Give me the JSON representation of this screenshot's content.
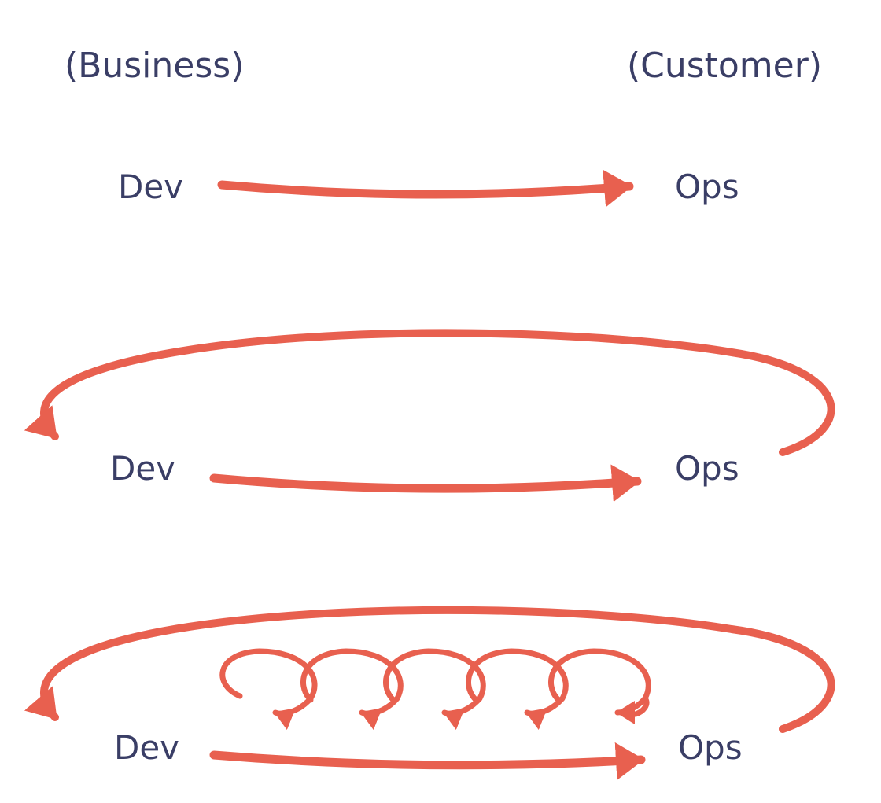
{
  "header": {
    "left": "(Business)",
    "right": "(Customer)"
  },
  "colors": {
    "arrow": "#e8604f",
    "text": "#3a3e66"
  },
  "rows": [
    {
      "from": "Dev",
      "to": "Ops"
    },
    {
      "from": "Dev",
      "to": "Ops"
    },
    {
      "from": "Dev",
      "to": "Ops"
    }
  ]
}
